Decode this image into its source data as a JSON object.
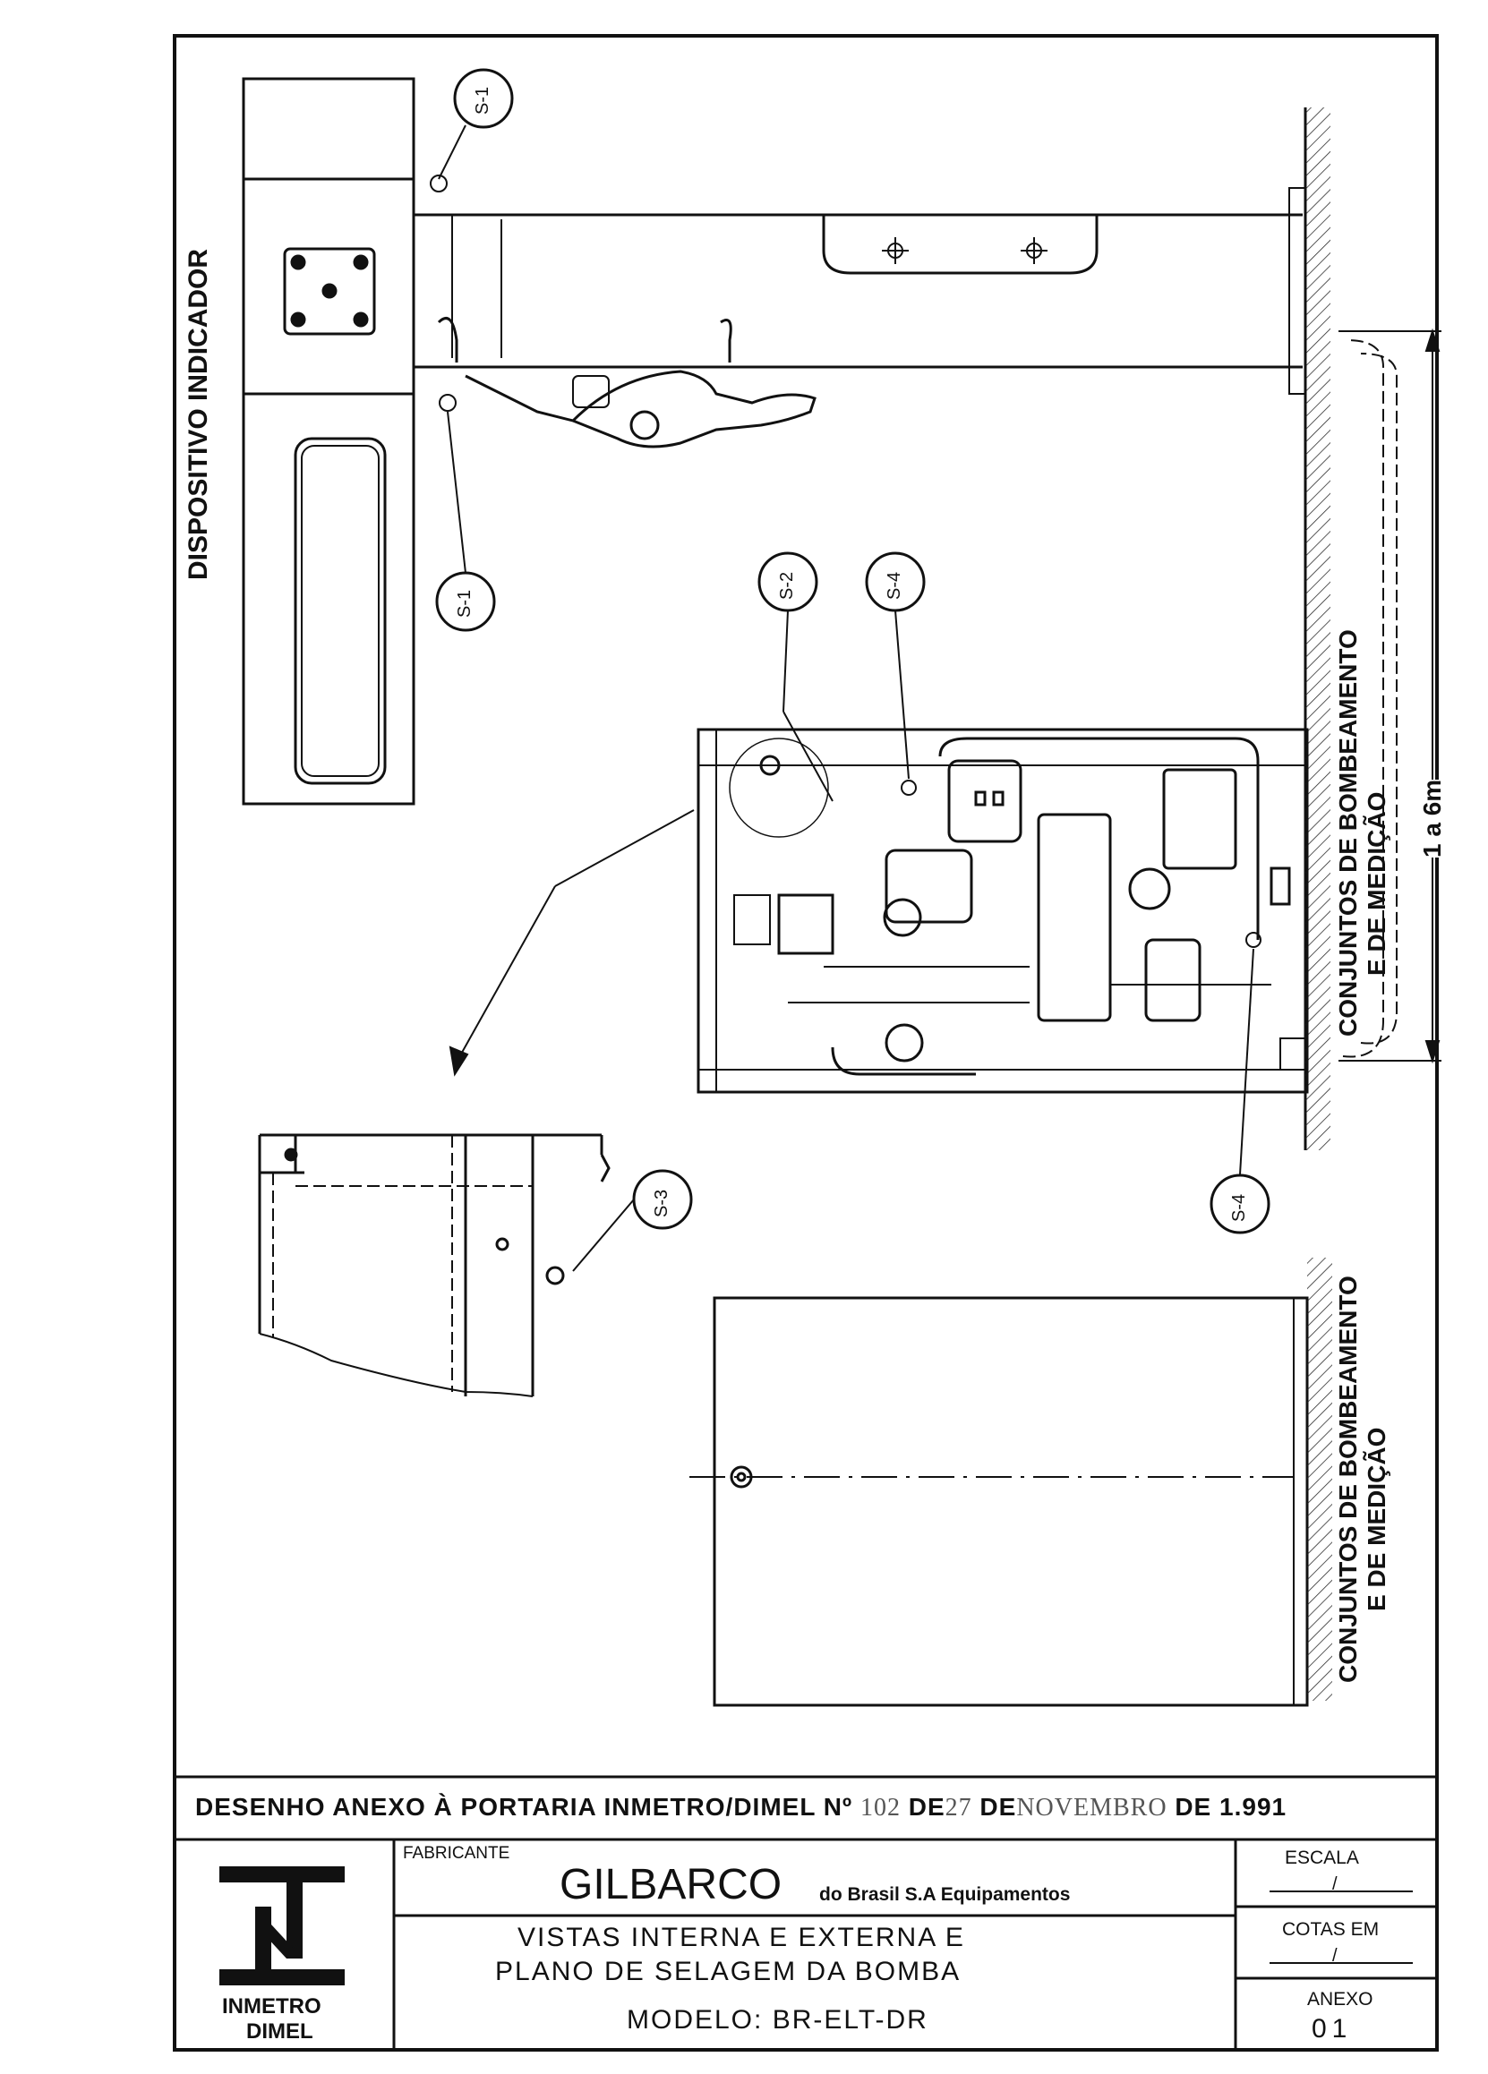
{
  "drawing": {
    "label_dispositivo": "DISPOSITIVO INDICADOR",
    "label_conjuntos_top_1": "CONJUNTOS DE BOMBEAMENTO",
    "label_conjuntos_top_2": "E DE MEDIÇÃO",
    "label_conjuntos_bottom_1": "CONJUNTOS DE BOMBEAMENTO",
    "label_conjuntos_bottom_2": "E DE MEDIÇÃO",
    "dimension": "1 a 6m",
    "seals": [
      "S-1",
      "S-1",
      "S-2",
      "S-4",
      "S-4",
      "S-3"
    ]
  },
  "title_block": {
    "header_prefix": "DESENHO ANEXO À PORTARIA INMETRO/DIMEL Nº",
    "portaria_number": "102",
    "de1": "DE",
    "day": "27",
    "de2": "DE",
    "month": "NOVEMBRO",
    "de3": "DE",
    "year": "1.991",
    "fabricante_label": "FABRICANTE",
    "manufacturer": "GILBARCO",
    "manufacturer_suffix": "do Brasil S.A Equipamentos",
    "title_line1": "VISTAS INTERNA E EXTERNA E",
    "title_line2": "PLANO DE SELAGEM DA BOMBA",
    "model": "MODELO: BR-ELT-DR",
    "escala_label": "ESCALA",
    "escala_value": "/",
    "cotas_label": "COTAS EM",
    "cotas_value": "/",
    "anexo_label": "ANEXO",
    "anexo_value": "01",
    "logo_text_1": "INMETRO",
    "logo_text_2": "DIMEL"
  }
}
